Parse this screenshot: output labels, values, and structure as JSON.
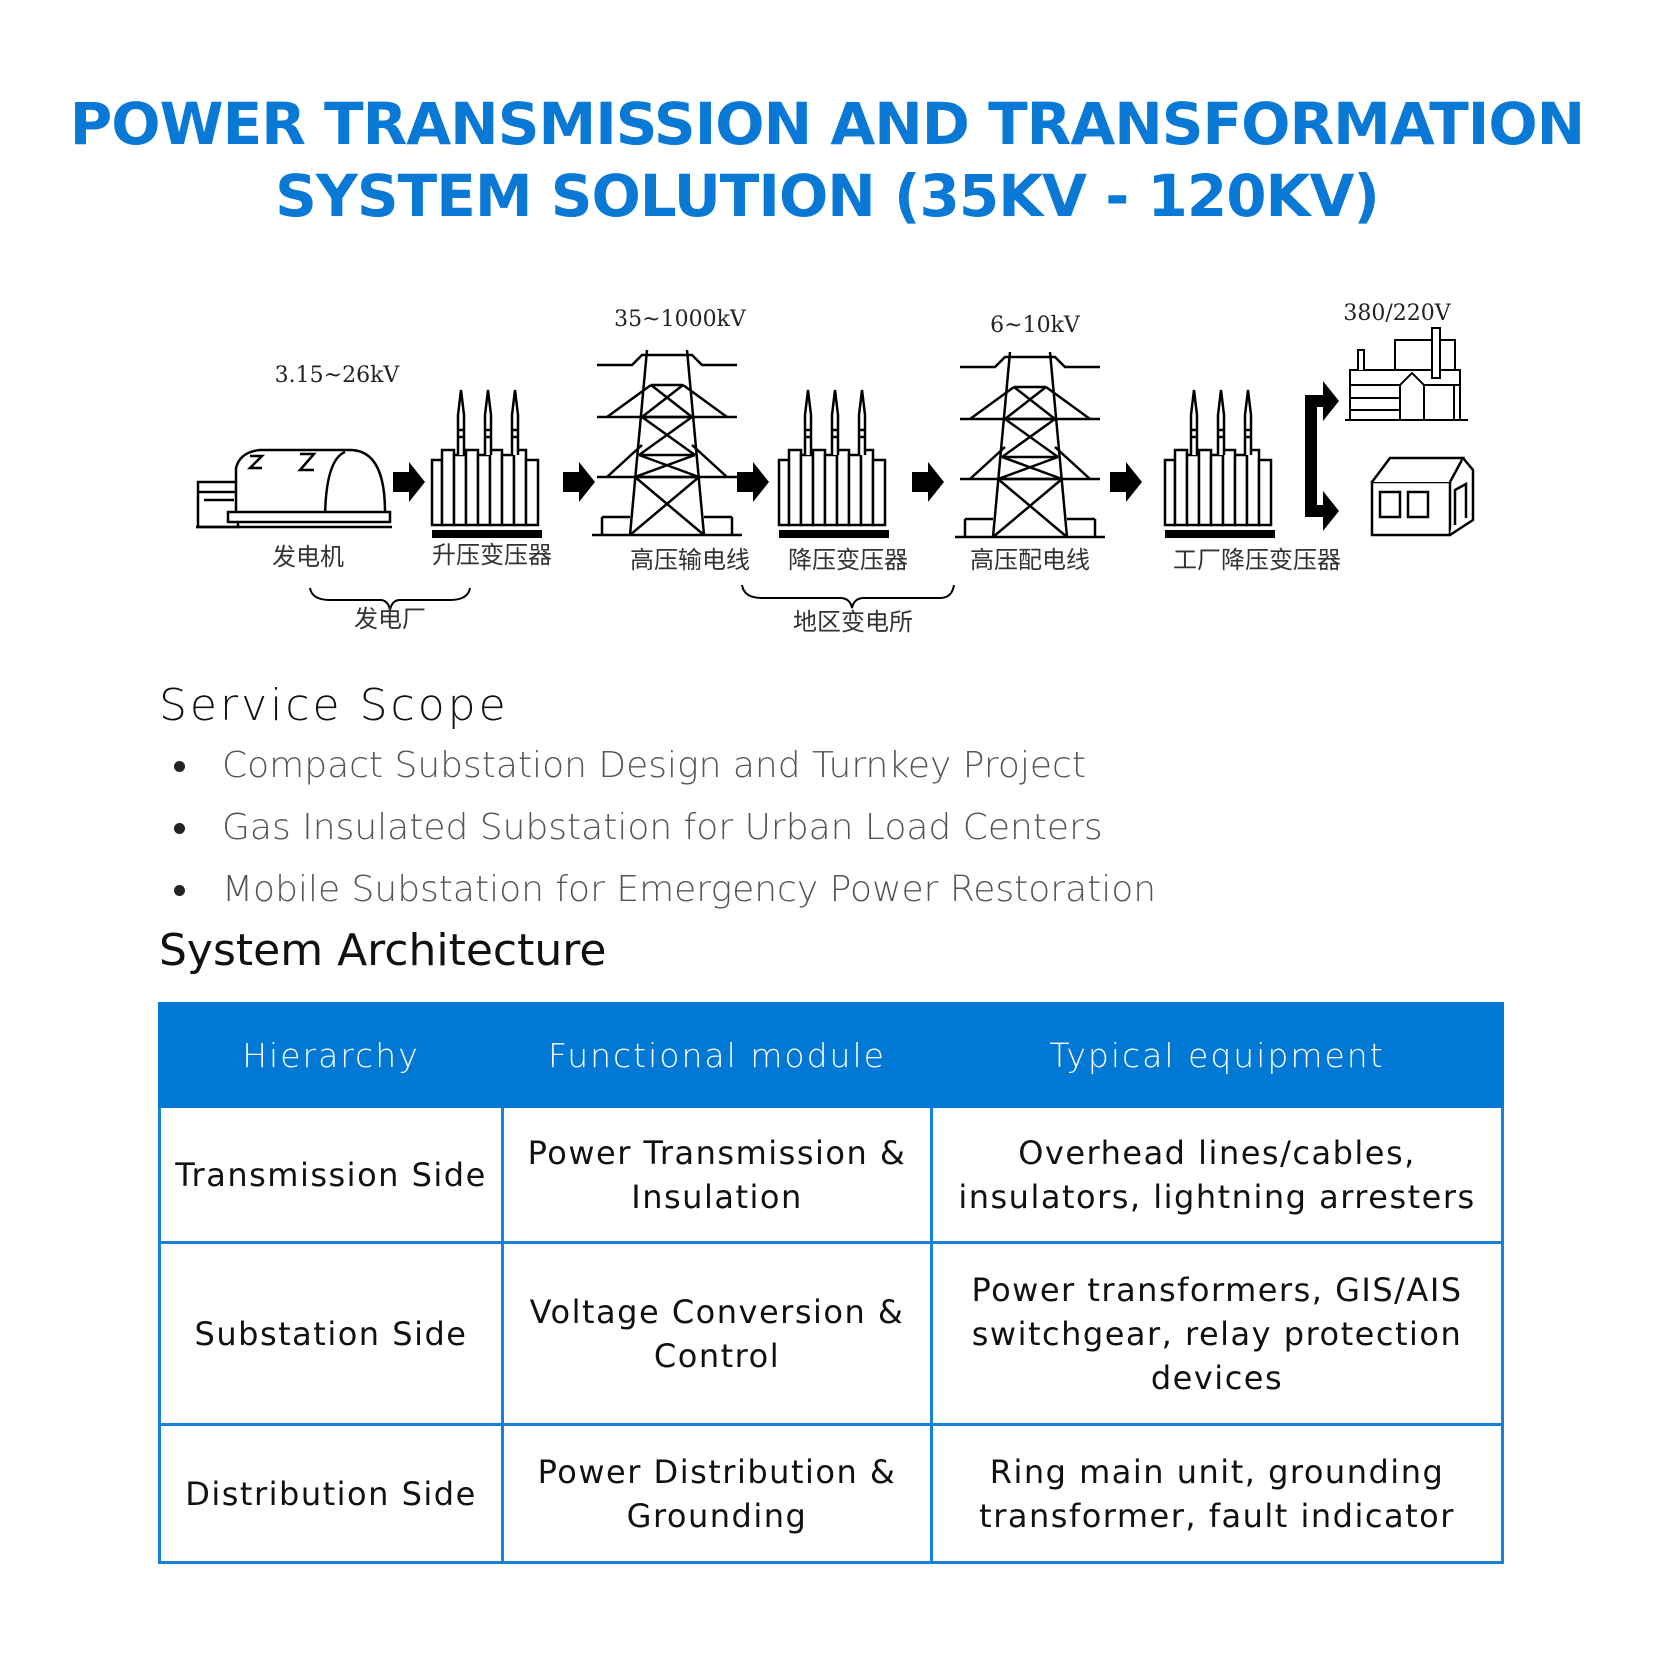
{
  "title": {
    "line1": "POWER TRANSMISSION AND TRANSFORMATION",
    "line2": "SYSTEM SOLUTION (35KV - 120KV)"
  },
  "diagram": {
    "voltages": [
      "3.15~26kV",
      "35~1000kV",
      "6~10kV",
      "380/220V"
    ],
    "labels": [
      "发电机",
      "升压变压器",
      "高压输电线",
      "降压变压器",
      "高压配电线",
      "工厂降压变压器"
    ],
    "groups": [
      "发电厂",
      "地区变电所"
    ]
  },
  "service_scope": {
    "heading": "Service Scope",
    "items": [
      "Compact Substation Design and Turnkey Project",
      "Gas Insulated Substation for Urban Load Centers",
      "Mobile Substation for Emergency Power Restoration"
    ]
  },
  "architecture": {
    "heading": "System Architecture",
    "columns": [
      "Hierarchy",
      "Functional module",
      "Typical equipment"
    ],
    "rows": [
      [
        "Transmission Side",
        "Power Transmission & Insulation",
        "Overhead lines/cables, insulators, lightning arresters"
      ],
      [
        "Substation Side",
        "Voltage Conversion & Control",
        "Power transformers, GIS/AIS switchgear, relay protection devices"
      ],
      [
        "Distribution Side",
        "Power Distribution & Grounding",
        "Ring main unit, grounding transformer, fault indicator"
      ]
    ]
  },
  "colors": {
    "accent": "#0078d4"
  }
}
